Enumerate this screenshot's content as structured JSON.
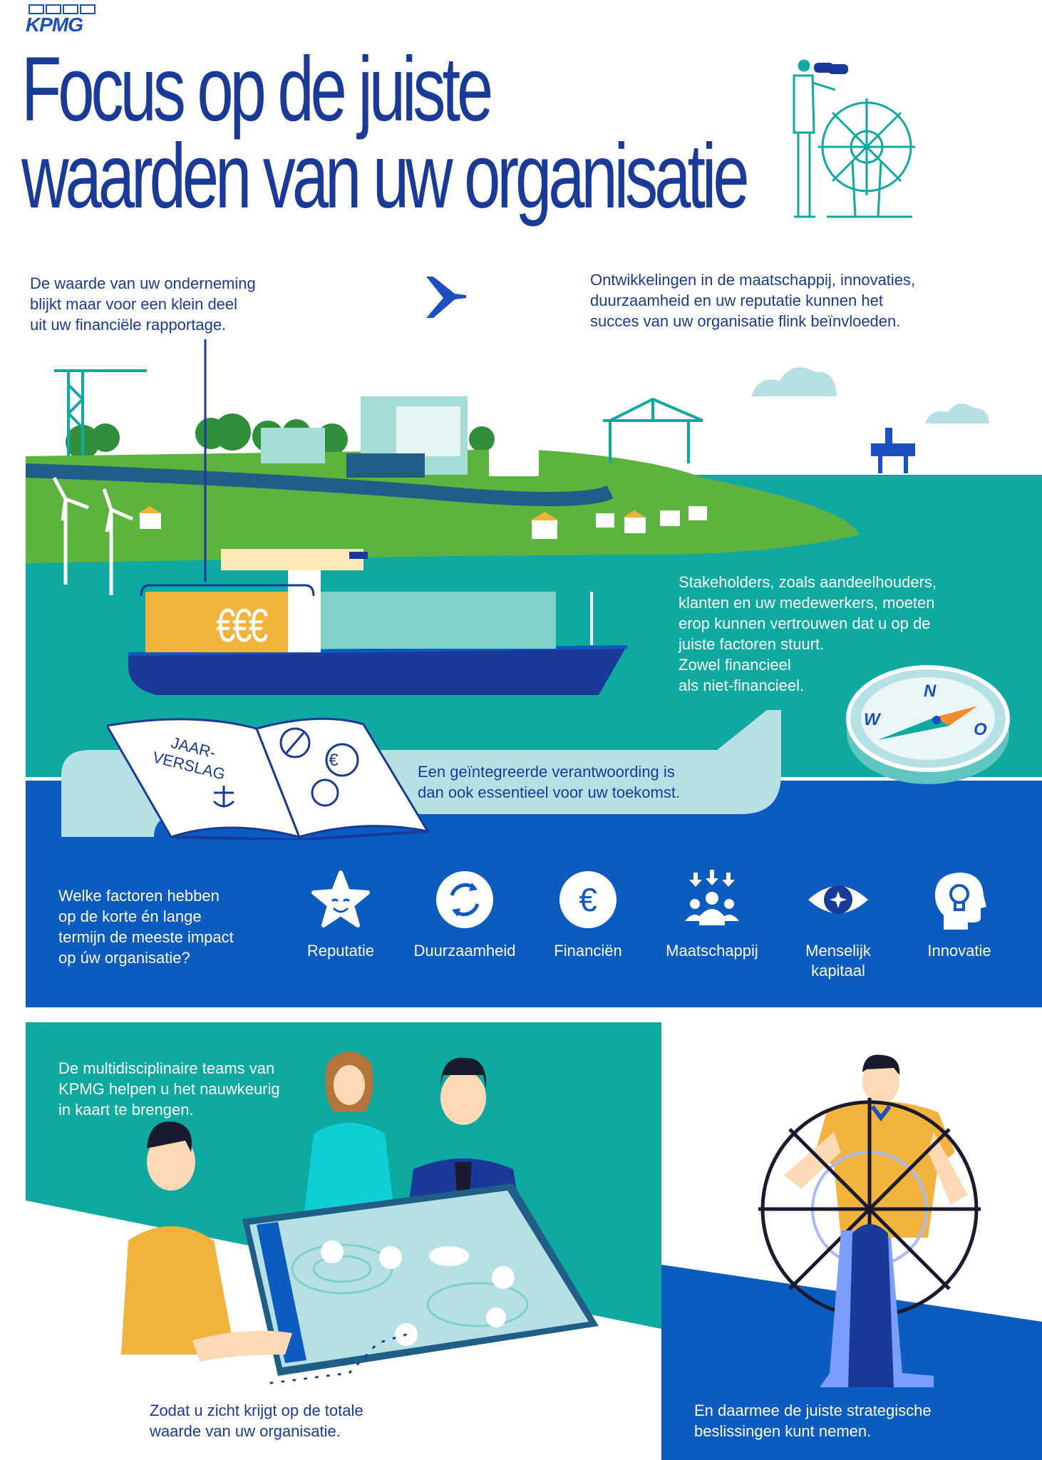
{
  "brand": {
    "logo_text": "KPMG"
  },
  "title": {
    "line1": "Focus op de juiste",
    "line2": "waarden van uw organisatie"
  },
  "intro_left": [
    "De waarde van uw onderneming",
    "blijkt maar voor een klein deel",
    "uit uw financiële rapportage."
  ],
  "intro_right": [
    "Ontwikkelingen in de maatschappij, innovaties,",
    "duurzaamheid en uw reputatie kunnen het",
    "succes van uw organisatie flink beïnvloeden."
  ],
  "ship": {
    "cargo_symbols": "€€€"
  },
  "stakeholders": [
    "Stakeholders, zoals aandeelhouders,",
    "klanten en uw medewerkers, moeten",
    "erop kunnen vertrouwen dat u op de",
    "juiste factoren stuurt.",
    "Zowel financieel",
    "als niet-financieel."
  ],
  "compass": {
    "n": "N",
    "w": "W",
    "o": "O"
  },
  "book": {
    "line1": "JAAR-",
    "line2": "VERSLAG"
  },
  "integrated": [
    "Een geïntegreerde verantwoording is",
    "dan ook essentieel voor uw toekomst."
  ],
  "question": [
    "Welke factoren hebben",
    "op de korte én lange",
    "termijn de meeste impact",
    "op úw organisatie?"
  ],
  "factors": [
    {
      "label": "Reputatie",
      "icon": "star-face-icon"
    },
    {
      "label": "Duurzaamheid",
      "icon": "recycle-icon"
    },
    {
      "label": "Financiën",
      "icon": "euro-icon"
    },
    {
      "label": "Maatschappij",
      "icon": "people-icon"
    },
    {
      "label": "Menselijk kapitaal",
      "label_line1": "Menselijk",
      "label_line2": "kapitaal",
      "icon": "eye-icon"
    },
    {
      "label": "Innovatie",
      "icon": "head-bulb-icon"
    }
  ],
  "teams_text": [
    "De multidisciplinaire teams van",
    "KPMG helpen u het nauwkeurig",
    "in kaart te brengen."
  ],
  "bottom_left_text": [
    "Zodat u zicht krijgt op de totale",
    "waarde van uw organisatie."
  ],
  "bottom_right_text": [
    "En daarmee de juiste strategische",
    "beslissingen kunt nemen."
  ],
  "colors": {
    "dark_blue": "#1a3a9a",
    "mid_blue": "#0c5bc0",
    "teal": "#0ea9a0",
    "green": "#5db33d",
    "yellow": "#f2b33d",
    "orange": "#f28c2e"
  }
}
